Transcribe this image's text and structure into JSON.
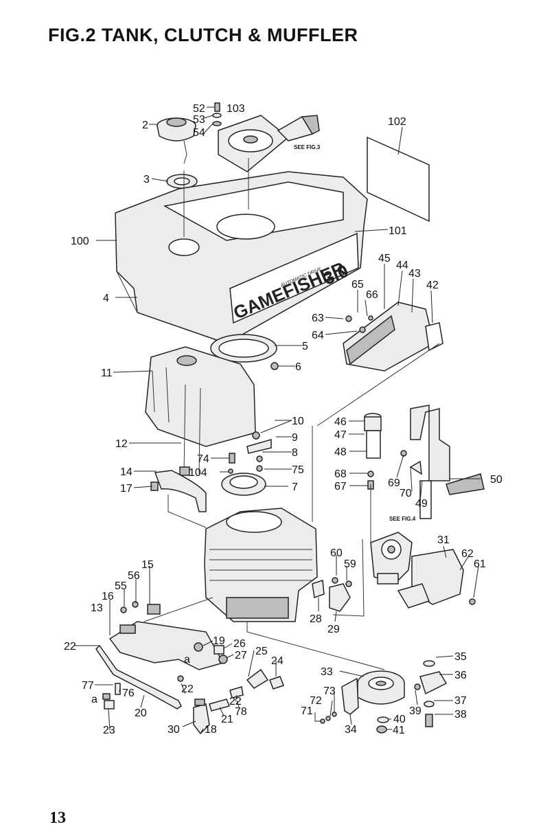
{
  "figure": {
    "title": "FIG.2  TANK, CLUTCH & MUFFLER",
    "page_number": "13",
    "see_fig3": "SEE  FIG.3",
    "see_fig4": "SEE  FIG.4",
    "logo_text": "GAMEFISHER",
    "logo_model": "3.0",
    "logo_tagline": "AUTOMATIC DRIVE"
  },
  "callouts": [
    {
      "id": "c52",
      "text": "52"
    },
    {
      "id": "c103",
      "text": "103"
    },
    {
      "id": "c53",
      "text": "53"
    },
    {
      "id": "c54",
      "text": "54"
    },
    {
      "id": "c2",
      "text": "2"
    },
    {
      "id": "c102",
      "text": "102"
    },
    {
      "id": "c3",
      "text": "3"
    },
    {
      "id": "c100",
      "text": "100"
    },
    {
      "id": "c101",
      "text": "101"
    },
    {
      "id": "c45",
      "text": "45"
    },
    {
      "id": "c44",
      "text": "44"
    },
    {
      "id": "c43",
      "text": "43"
    },
    {
      "id": "c42",
      "text": "42"
    },
    {
      "id": "c65",
      "text": "65"
    },
    {
      "id": "c66",
      "text": "66"
    },
    {
      "id": "c4",
      "text": "4"
    },
    {
      "id": "c63",
      "text": "63"
    },
    {
      "id": "c64",
      "text": "64"
    },
    {
      "id": "c5",
      "text": "5"
    },
    {
      "id": "c6",
      "text": "6"
    },
    {
      "id": "c11",
      "text": "11"
    },
    {
      "id": "c10",
      "text": "10"
    },
    {
      "id": "c46",
      "text": "46"
    },
    {
      "id": "c47",
      "text": "47"
    },
    {
      "id": "c9",
      "text": "9"
    },
    {
      "id": "c12",
      "text": "12"
    },
    {
      "id": "c48",
      "text": "48"
    },
    {
      "id": "c8",
      "text": "8"
    },
    {
      "id": "c74",
      "text": "74"
    },
    {
      "id": "c14",
      "text": "14"
    },
    {
      "id": "c104",
      "text": "104"
    },
    {
      "id": "c75",
      "text": "75"
    },
    {
      "id": "c68",
      "text": "68"
    },
    {
      "id": "c69",
      "text": "69"
    },
    {
      "id": "c50",
      "text": "50"
    },
    {
      "id": "c17",
      "text": "17"
    },
    {
      "id": "c7",
      "text": "7"
    },
    {
      "id": "c67",
      "text": "67"
    },
    {
      "id": "c70",
      "text": "70"
    },
    {
      "id": "c49",
      "text": "49"
    },
    {
      "id": "c31",
      "text": "31"
    },
    {
      "id": "c60",
      "text": "60"
    },
    {
      "id": "c62",
      "text": "62"
    },
    {
      "id": "c15",
      "text": "15"
    },
    {
      "id": "c59",
      "text": "59"
    },
    {
      "id": "c61",
      "text": "61"
    },
    {
      "id": "c56",
      "text": "56"
    },
    {
      "id": "c55",
      "text": "55"
    },
    {
      "id": "c16",
      "text": "16"
    },
    {
      "id": "c13",
      "text": "13"
    },
    {
      "id": "c28",
      "text": "28"
    },
    {
      "id": "c29",
      "text": "29"
    },
    {
      "id": "c19",
      "text": "19"
    },
    {
      "id": "c26",
      "text": "26"
    },
    {
      "id": "c22a",
      "text": "22"
    },
    {
      "id": "c25",
      "text": "25"
    },
    {
      "id": "c27",
      "text": "27"
    },
    {
      "id": "c24",
      "text": "24"
    },
    {
      "id": "c35",
      "text": "35"
    },
    {
      "id": "c33",
      "text": "33"
    },
    {
      "id": "c36",
      "text": "36"
    },
    {
      "id": "c77",
      "text": "77"
    },
    {
      "id": "c76",
      "text": "76"
    },
    {
      "id": "c73",
      "text": "73"
    },
    {
      "id": "c22b",
      "text": "22"
    },
    {
      "id": "c22c",
      "text": "22"
    },
    {
      "id": "c72",
      "text": "72"
    },
    {
      "id": "c37",
      "text": "37"
    },
    {
      "id": "c20",
      "text": "20"
    },
    {
      "id": "c78",
      "text": "78"
    },
    {
      "id": "c71",
      "text": "71"
    },
    {
      "id": "c39",
      "text": "39"
    },
    {
      "id": "c38",
      "text": "38"
    },
    {
      "id": "c21",
      "text": "21"
    },
    {
      "id": "c40",
      "text": "40"
    },
    {
      "id": "c23",
      "text": "23"
    },
    {
      "id": "c30",
      "text": "30"
    },
    {
      "id": "c18",
      "text": "18"
    },
    {
      "id": "c34",
      "text": "34"
    },
    {
      "id": "c41",
      "text": "41"
    },
    {
      "id": "ca1",
      "text": "a"
    },
    {
      "id": "ca2",
      "text": "a"
    }
  ]
}
